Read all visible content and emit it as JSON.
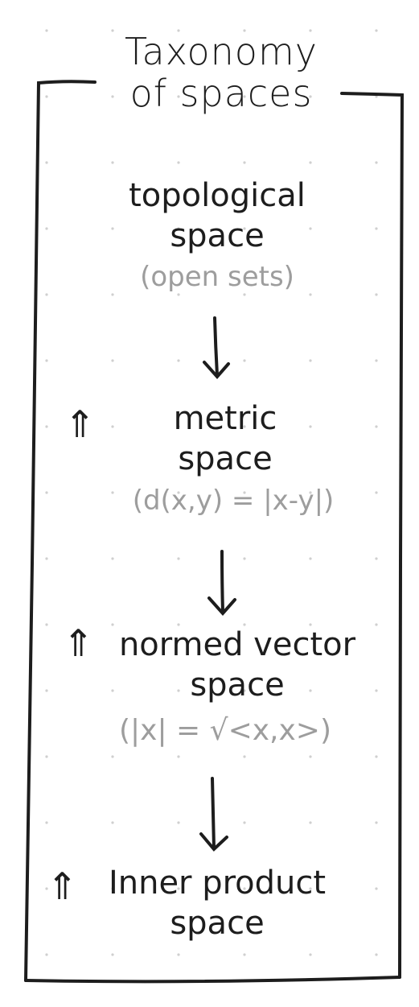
{
  "title": {
    "line1": "Taxonomy",
    "line2": "of spaces"
  },
  "nodes": [
    {
      "name": "topological space",
      "line1": "topological",
      "line2": "space",
      "note": "(open sets)"
    },
    {
      "name": "metric space",
      "line1": "metric",
      "line2": "space",
      "note": "(d(x,y) = |x-y|)"
    },
    {
      "name": "normed vector space",
      "line1": "normed vector",
      "line2": "space",
      "note": "(|x| = √<x,x>)"
    },
    {
      "name": "inner product space",
      "line1": "Inner product",
      "line2": "space",
      "note": ""
    }
  ],
  "up_arrow_glyph": "⇑",
  "colors": {
    "ink": "#1d1d1d",
    "note": "#9d9d9d",
    "dots": "#cfcfcf"
  }
}
